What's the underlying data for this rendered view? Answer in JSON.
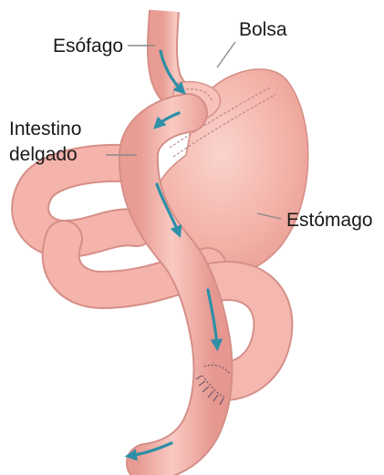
{
  "labels": {
    "esophagus": "Esófago",
    "pouch": "Bolsa",
    "small_intestine_line1": "Intestino",
    "small_intestine_line2": "delgado",
    "stomach": "Estómago"
  },
  "colors": {
    "tissue_fill": "#f4b3ab",
    "tissue_light": "#f8cbc3",
    "tissue_outline": "#d58f88",
    "staple": "#7a5b6a",
    "flow_arrow": "#2e8fa6",
    "label_text": "#1a1a1a",
    "leader_line": "#8a8a8a"
  },
  "icons": {
    "flow": "arrow-icon",
    "staples": "staple-line-icon"
  }
}
